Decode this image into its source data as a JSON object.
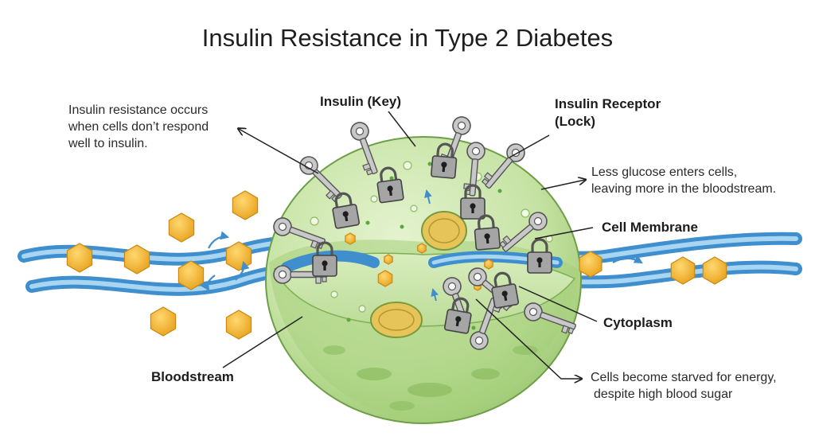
{
  "title": "Insulin Resistance in Type 2 Diabetes",
  "labels": {
    "insulin_key": "Insulin (Key)",
    "insulin_receptor_line1": "Insulin Receptor",
    "insulin_receptor_line2": "(Lock)",
    "cell_membrane": "Cell Membrane",
    "cytoplasm": "Cytoplasm",
    "bloodstream": "Bloodstream"
  },
  "notes": {
    "resistance": [
      "Insulin resistance occurs",
      "when cells don’t respond",
      "well to insulin."
    ],
    "glucose": [
      "Less glucose enters cells,",
      "leaving more in the bloodstream."
    ],
    "starved": [
      "Cells become starved for energy,",
      "despite high blood sugar"
    ]
  },
  "colors": {
    "cell_fill": "#cfe7b0",
    "cell_shade": "#8fbf62",
    "vessel": "#3f8fcf",
    "vessel_light": "#9fd0f0",
    "glucose": "#f2b632",
    "mitochondria": "#e6c45a",
    "key": "#bdbdbd",
    "lock": "#9e9e9e"
  }
}
